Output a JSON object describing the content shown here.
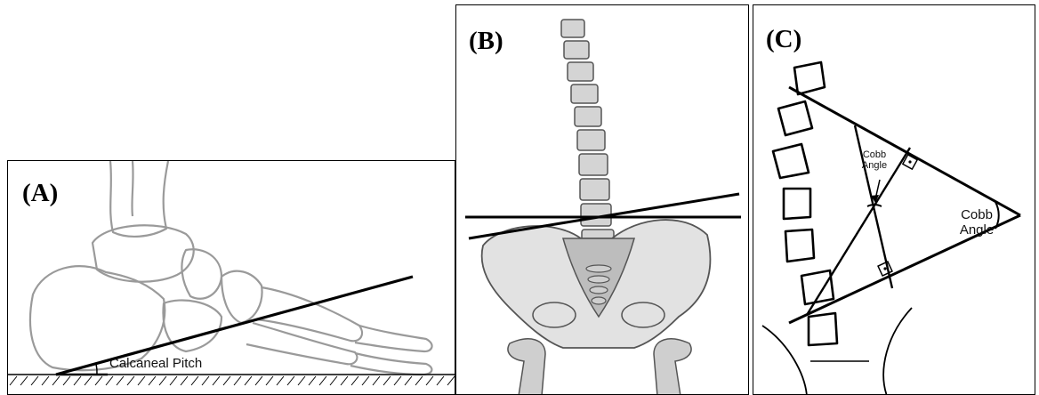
{
  "panels": {
    "a": {
      "label": "(A)",
      "annotation": "Calcaneal Pitch"
    },
    "b": {
      "label": "(B)"
    },
    "c": {
      "label": "(C)",
      "inner_angle_label": "Cobb Angle",
      "outer_angle_label": "Cobb Angle"
    }
  },
  "colors": {
    "bone_outline": "#9a9a9a",
    "bone_fill": "#d9d9d9",
    "bone_fill_dark": "#bdbdbd",
    "line": "#000000"
  }
}
